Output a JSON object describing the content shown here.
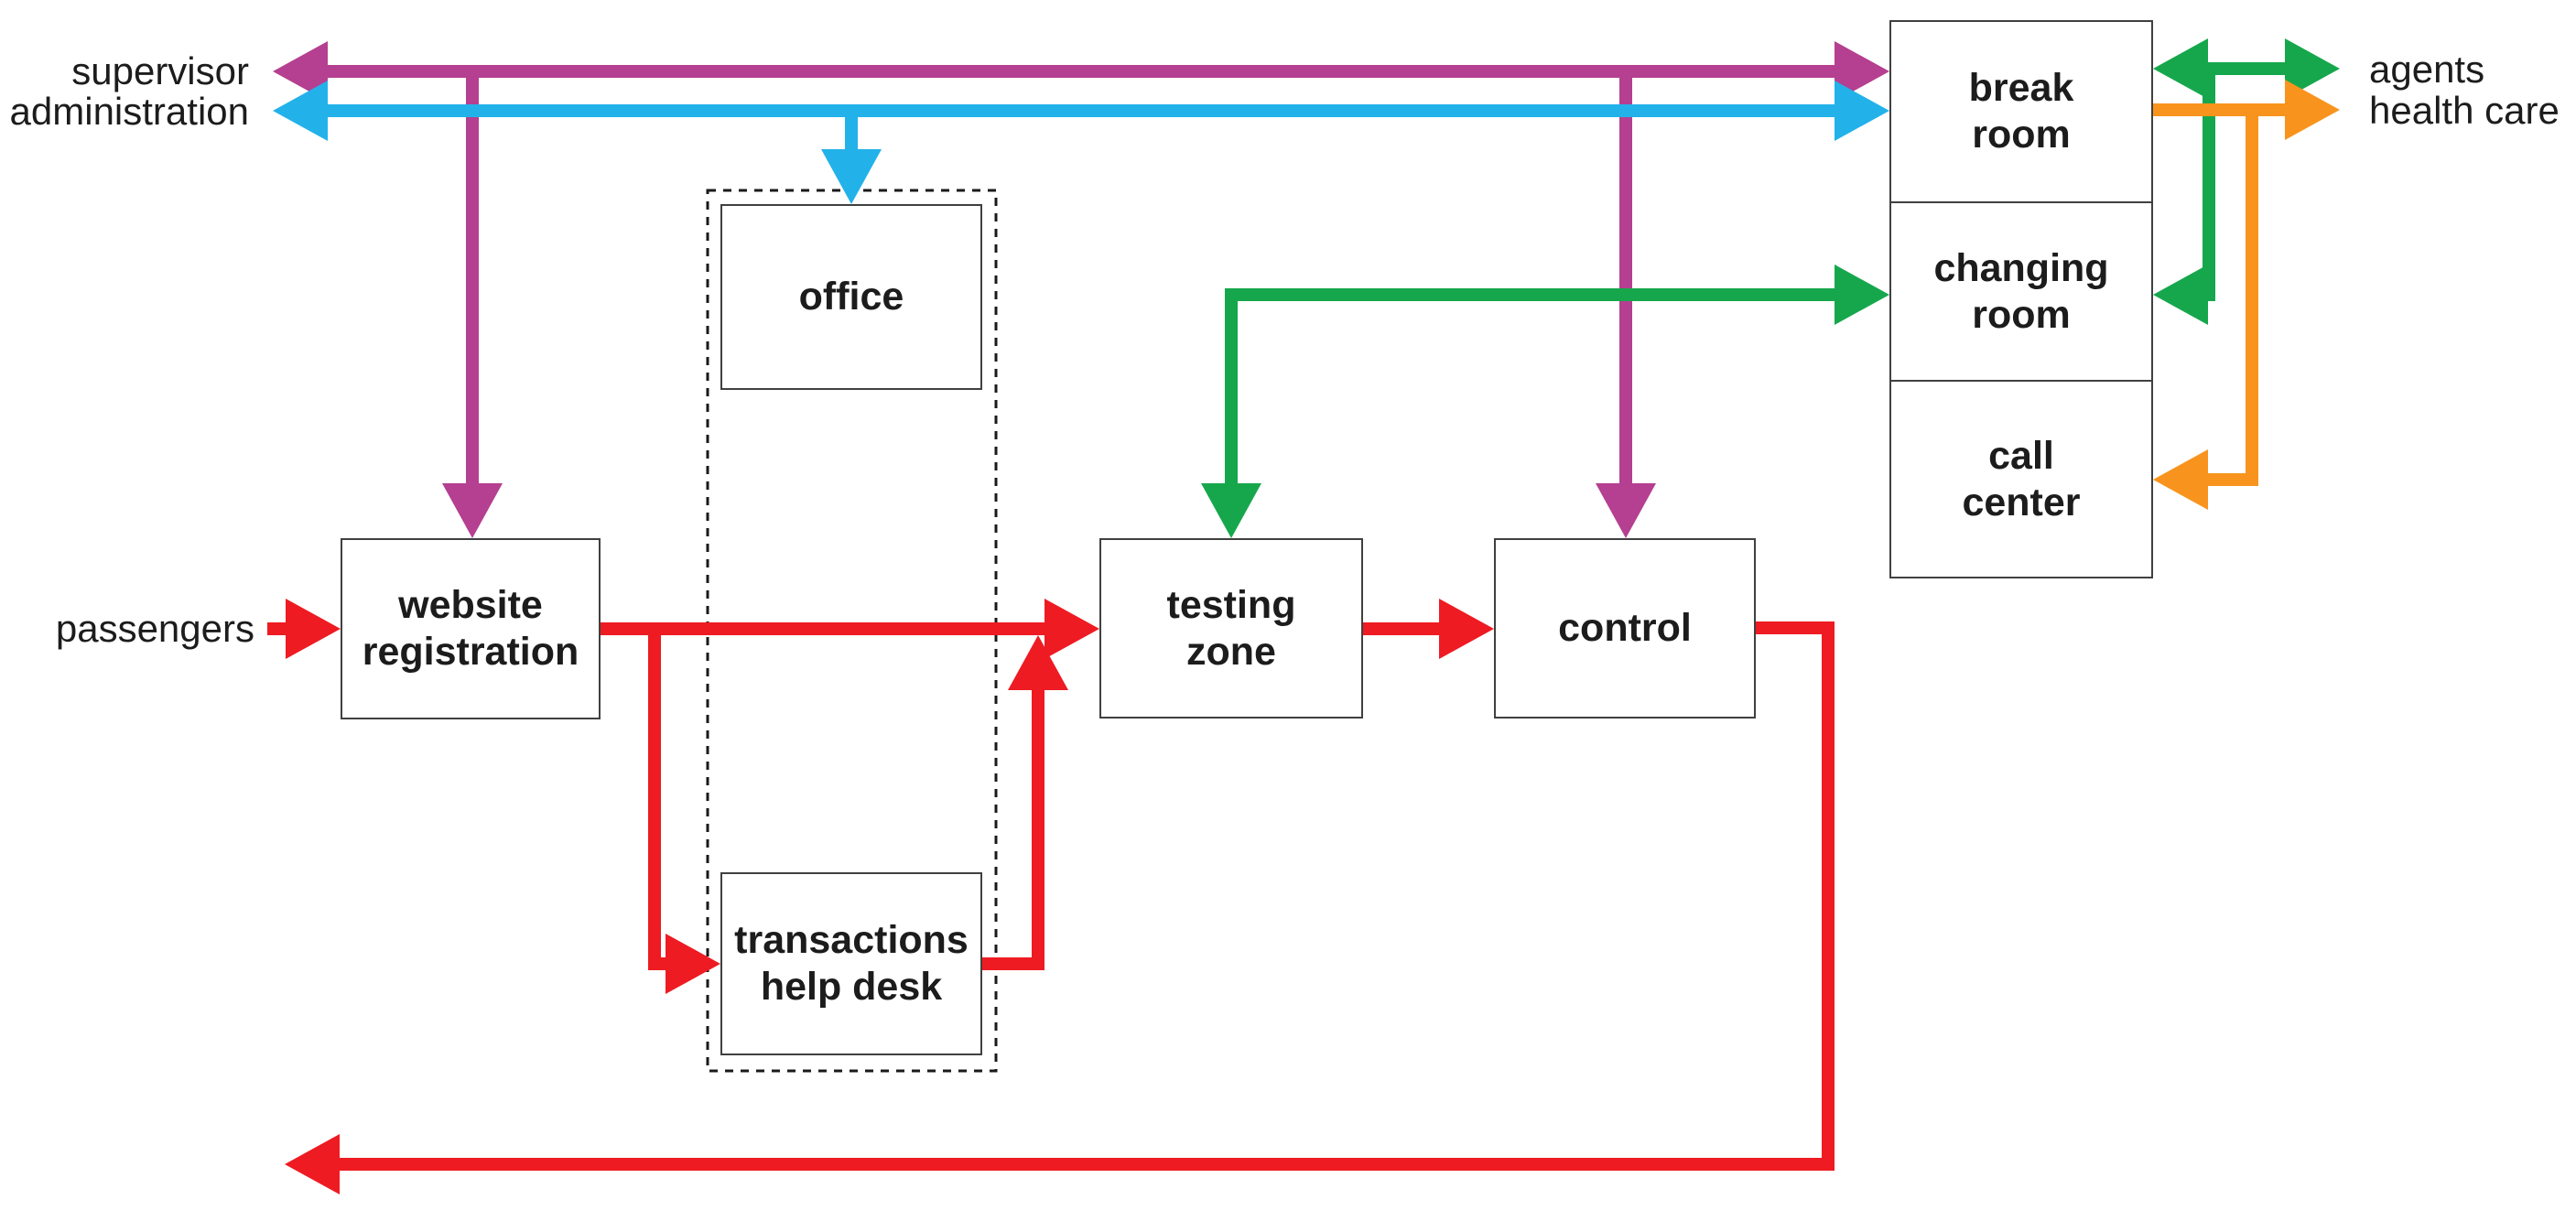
{
  "colors": {
    "magenta": "#b53f90",
    "cyan": "#22b2e9",
    "green": "#16a74c",
    "orange": "#f8941d",
    "red": "#ee1b22",
    "box_border": "#404040",
    "dashed_border": "#1a1a1a",
    "text": "#1c1c1c"
  },
  "boxes": {
    "office": {
      "label": "office"
    },
    "website_registration": {
      "label": "website\nregistration"
    },
    "transactions_help_desk": {
      "label": "transactions\nhelp desk"
    },
    "testing_zone": {
      "label": "testing\nzone"
    },
    "control": {
      "label": "control"
    },
    "break_room": {
      "label": "break\nroom"
    },
    "changing_room": {
      "label": "changing\nroom"
    },
    "call_center": {
      "label": "call\ncenter"
    }
  },
  "labels": {
    "supervisor": "supervisor",
    "administration": "administration",
    "passengers": "passengers",
    "agents": "agents",
    "health_care": "health care"
  },
  "arrows": [
    {
      "color_name": "magenta",
      "color": "#b53f90",
      "description": "supervisor/administration <-> break room, with branches down to website registration and control"
    },
    {
      "color_name": "cyan",
      "color": "#22b2e9",
      "description": "supervisor/administration <-> break room, with branch down to office"
    },
    {
      "color_name": "green",
      "color": "#16a74c",
      "description": "testing zone <-> changing room"
    },
    {
      "color_name": "green",
      "color": "#16a74c",
      "description": "break room <-> agents, with branch down to changing room"
    },
    {
      "color_name": "orange",
      "color": "#f8941d",
      "description": "break room -> health care, with branch down to call center"
    },
    {
      "color_name": "red",
      "color": "#ee1b22",
      "description": "passengers -> website registration -> testing zone -> control -> long return loop; branch website registration -> transactions help desk -> back up to testing zone"
    }
  ]
}
